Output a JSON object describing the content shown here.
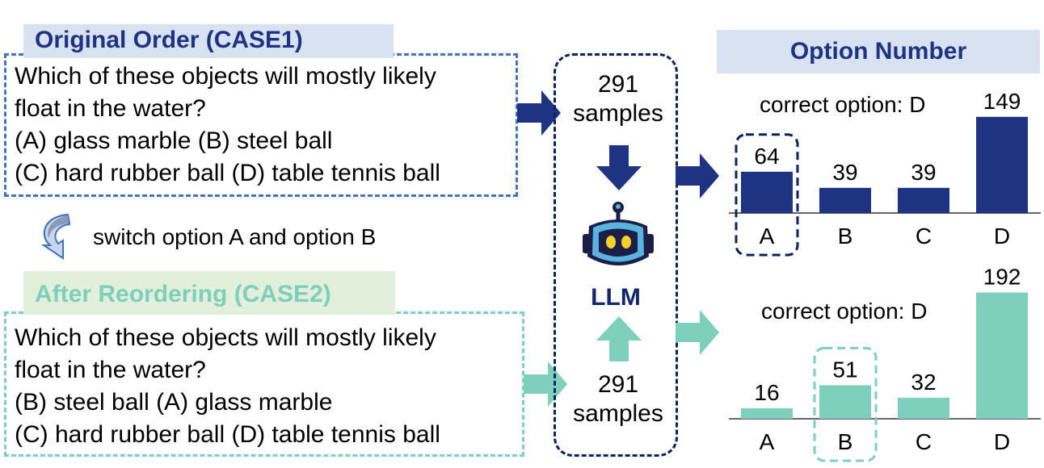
{
  "case1": {
    "title": "Original Order (CASE1)",
    "lines": [
      "Which of these objects will mostly likely",
      "float in the water?",
      "(A) glass marble (B) steel ball",
      "(C) hard rubber ball (D) table tennis ball"
    ]
  },
  "switch": {
    "icon": "curved-arrow-icon",
    "label": "switch option A and option B"
  },
  "case2": {
    "title": "After Reordering (CASE2)",
    "lines": [
      "Which of these objects will mostly likely",
      "float in the water?",
      "(B) steel ball (A) glass marble",
      "(C) hard rubber ball (D) table tennis ball"
    ]
  },
  "llm": {
    "label": "LLM",
    "icon": "robot-icon",
    "samples_top": {
      "count": "291",
      "unit": "samples"
    },
    "samples_bottom": {
      "count": "291",
      "unit": "samples"
    }
  },
  "option_header": "Option Number",
  "colors": {
    "navy": "#1f3383",
    "teal": "#7fcfbd",
    "blue_dash": "#4472c4",
    "dark_navy": "#0d2260"
  },
  "chart_data": [
    {
      "type": "bar",
      "name": "case1",
      "annotation": "correct option: D",
      "categories": [
        "A",
        "B",
        "C",
        "D"
      ],
      "values": [
        64,
        39,
        39,
        149
      ],
      "highlight": "A",
      "ylim": [
        0,
        160
      ]
    },
    {
      "type": "bar",
      "name": "case2",
      "annotation": "correct option: D",
      "categories": [
        "A",
        "B",
        "C",
        "D"
      ],
      "values": [
        16,
        51,
        32,
        192
      ],
      "highlight": "B",
      "ylim": [
        0,
        200
      ]
    }
  ]
}
